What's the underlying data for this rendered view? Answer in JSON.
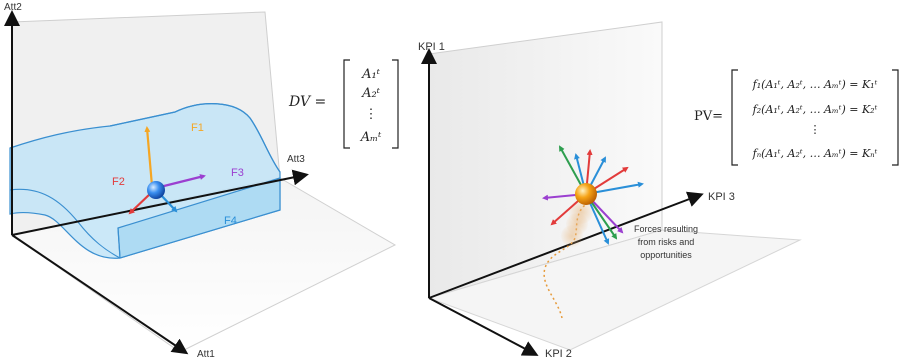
{
  "left_panel": {
    "axes": {
      "att1": "Att1",
      "att2": "Att2",
      "att3": "Att3"
    },
    "forces": [
      {
        "label": "F1",
        "color": "#f5a623"
      },
      {
        "label": "F2",
        "color": "#e23b3b"
      },
      {
        "label": "F3",
        "color": "#9b3fd0"
      },
      {
        "label": "F4",
        "color": "#2a8fd8"
      }
    ],
    "dv_equation": {
      "lhs": "DV =",
      "rows": [
        "A₁ᵗ",
        "A₂ᵗ",
        "⋮",
        "Aₘᵗ"
      ]
    },
    "colors": {
      "surface": "#bfe4f7",
      "surface_edge": "#3a8fd0",
      "ball": "#3a8ff0"
    }
  },
  "right_panel": {
    "axes": {
      "kpi1": "KPI 1",
      "kpi2": "KPI 2",
      "kpi3": "KPI 3"
    },
    "pv_equation": {
      "lhs": "PV=",
      "rows": [
        "f₁(A₁ᵗ, A₂ᵗ, … Aₘᵗ) = K₁ᵗ",
        "f₂(A₁ᵗ, A₂ᵗ, … Aₘᵗ) = K₂ᵗ",
        "⋮",
        "fₙ(A₁ᵗ, A₂ᵗ, … Aₘᵗ) = Kₙᵗ"
      ]
    },
    "annotation": [
      "Forces resulting",
      "from risks and",
      "opportunities"
    ],
    "colors": {
      "ball": "#f39c12",
      "trail": "#e69a3a"
    }
  }
}
